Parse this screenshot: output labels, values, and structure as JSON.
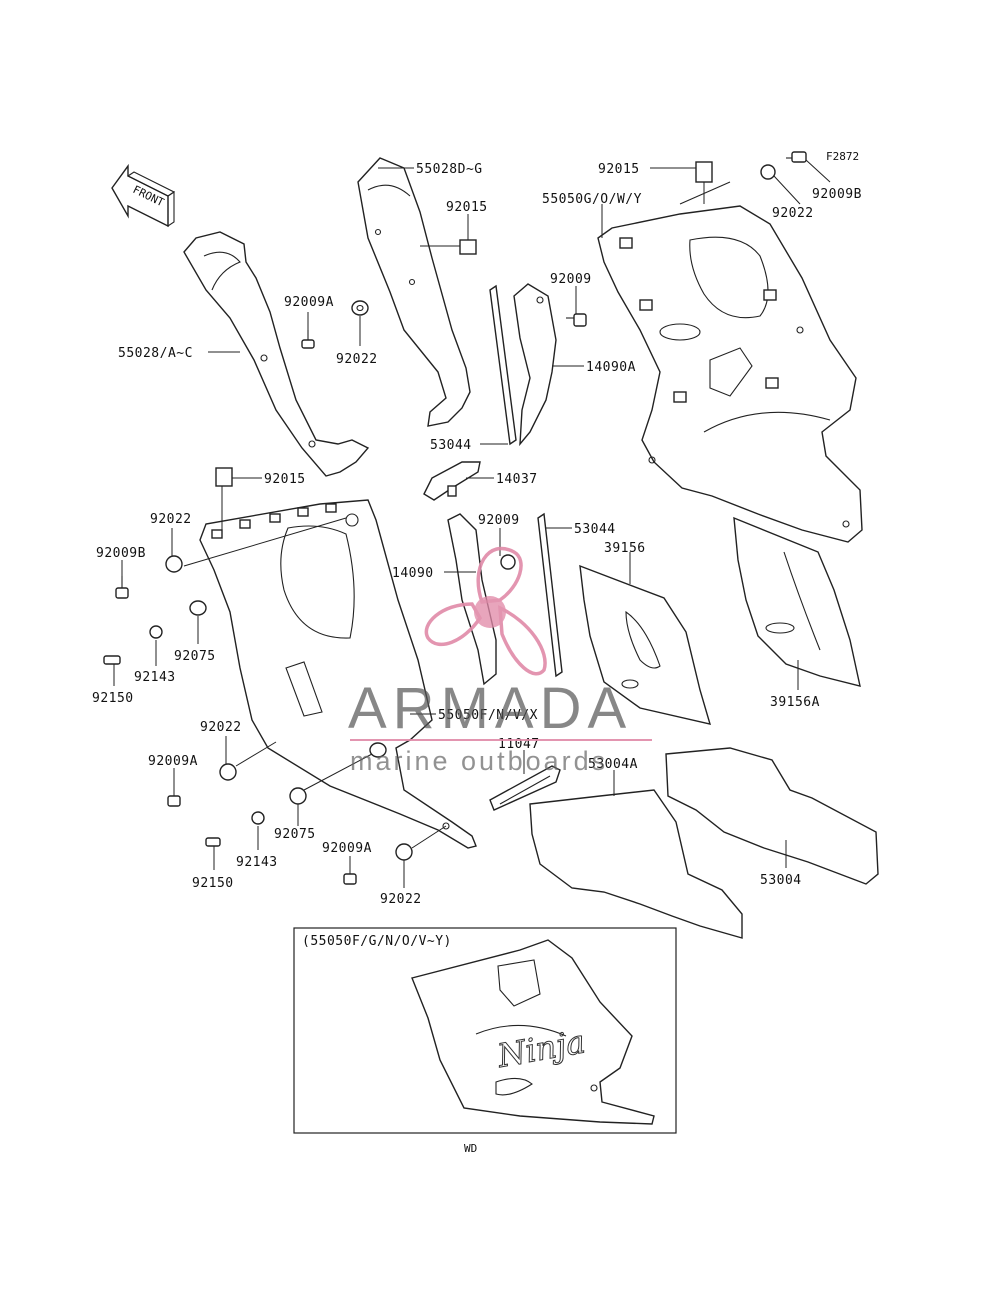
{
  "figure_code": "F2872",
  "front_arrow_label": "FRONT",
  "callouts": {
    "c_55028D": "55028D~G",
    "c_92015_top_left": "92015",
    "c_92009A_top": "92009A",
    "c_92022_top": "92022",
    "c_55028A": "55028/A~C",
    "c_92015_top_right": "92015",
    "c_92009B_top": "92009B",
    "c_55050G": "55050G/O/W/Y",
    "c_92022_top_right": "92022",
    "c_92009_top": "92009",
    "c_14090A": "14090A",
    "c_53044_top": "53044",
    "c_14037": "14037",
    "c_92015_mid": "92015",
    "c_92022_mid": "92022",
    "c_92009B_mid": "92009B",
    "c_92009_mid": "92009",
    "c_53044_mid": "53044",
    "c_39156": "39156",
    "c_14090": "14090",
    "c_92075_mid": "92075",
    "c_92143_mid": "92143",
    "c_92150_mid": "92150",
    "c_39156A": "39156A",
    "c_55050F": "55050F/N/V/X",
    "c_92022_low": "92022",
    "c_92009A_low": "92009A",
    "c_11047": "11047",
    "c_53004A": "53004A",
    "c_92075_low": "92075",
    "c_92143_low": "92143",
    "c_92009A_bottom": "92009A",
    "c_92150_low": "92150",
    "c_92022_bottom": "92022",
    "c_53004": "53004"
  },
  "inset": {
    "title": "(55050F/G/N/O/V~Y)",
    "logo_text": "Ninja",
    "caption": "WD"
  },
  "watermark": {
    "brand": "ARMADA",
    "tagline": "marine outboards",
    "color_pink": "#e08aa8",
    "color_gray": "#555555"
  }
}
